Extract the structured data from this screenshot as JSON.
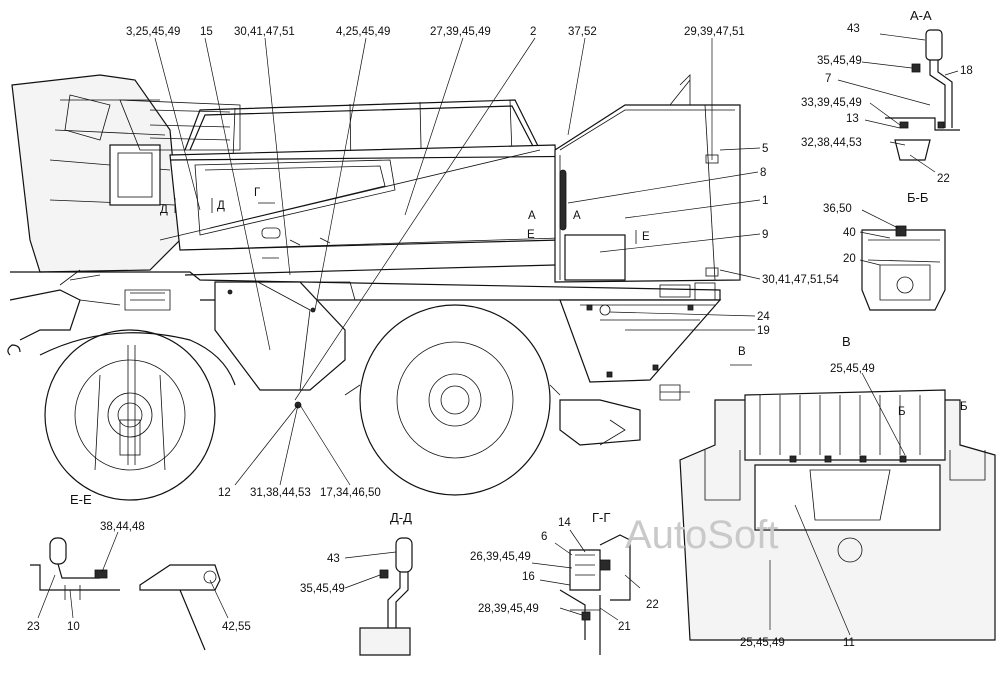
{
  "watermark": "AutoSoft",
  "views": {
    "aa": "А-А",
    "bb": "Б-Б",
    "v": "В",
    "ee": "Е-Е",
    "dd": "Д-Д",
    "gg": "Г-Г"
  },
  "section_marks": {
    "d1": "Д",
    "d2": "Д",
    "g1": "Г",
    "a1": "А",
    "a2": "А",
    "e1": "Е",
    "e2": "Е",
    "v1": "В",
    "b1": "Б",
    "b2": "Б"
  },
  "main_labels": {
    "l_3_25_45_49": "3,25,45,49",
    "l_15": "15",
    "l_30_41_47_51_top": "30,41,47,51",
    "l_4_25_45_49": "4,25,45,49",
    "l_27_39_45_49": "27,39,45,49",
    "l_2": "2",
    "l_37_52": "37,52",
    "l_29_39_47_51": "29,39,47,51",
    "l_5": "5",
    "l_8": "8",
    "l_1": "1",
    "l_9": "9",
    "l_30_41_47_51_54": "30,41,47,51,54",
    "l_24": "24",
    "l_19": "19",
    "l_12": "12",
    "l_31_38_44_53": "31,38,44,53",
    "l_17_34_46_50": "17,34,46,50"
  },
  "aa_labels": {
    "l_43": "43",
    "l_35_45_49": "35,45,49",
    "l_18": "18",
    "l_7": "7",
    "l_33_39_45_49": "33,39,45,49",
    "l_13": "13",
    "l_32_38_44_53": "32,38,44,53",
    "l_22": "22"
  },
  "bb_labels": {
    "l_36_50": "36,50",
    "l_40": "40",
    "l_20": "20"
  },
  "v_labels": {
    "l_25_45_49_top": "25,45,49",
    "l_25_45_49_bottom": "25,45,49",
    "l_11": "11"
  },
  "ee_labels": {
    "l_38_44_48": "38,44,48",
    "l_23": "23",
    "l_10": "10",
    "l_42_55": "42,55"
  },
  "dd_labels": {
    "l_43": "43",
    "l_35_45_49": "35,45,49"
  },
  "gg_labels": {
    "l_14": "14",
    "l_6": "6",
    "l_26_39_45_49": "26,39,45,49",
    "l_16": "16",
    "l_22": "22",
    "l_28_39_45_49": "28,39,45,49",
    "l_21": "21"
  }
}
